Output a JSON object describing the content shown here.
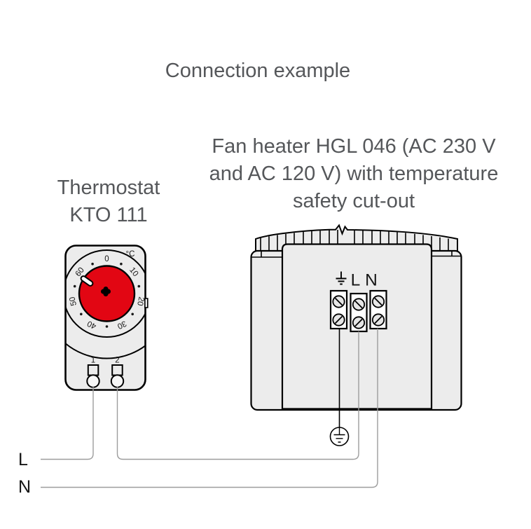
{
  "title": "Connection example",
  "thermostat": {
    "label_lines": [
      "Thermostat",
      "KTO 111"
    ],
    "unit_label": "°C",
    "dial_scale_labels": [
      "0",
      "10",
      "20",
      "30",
      "40",
      "50",
      "60"
    ],
    "terminal_labels": [
      "1",
      "2"
    ]
  },
  "heater": {
    "label_lines": [
      "Fan heater HGL 046 (AC 230 V",
      "and AC 120 V) with temperature",
      "safety cut-out"
    ],
    "line_terminal_label": "L",
    "neutral_terminal_label": "N"
  },
  "supply": {
    "line_label": "L",
    "neutral_label": "N"
  },
  "colors": {
    "dial_red": "#e20613",
    "device_fill": "#ececec",
    "label_text": "#55575a",
    "wire_gray": "#9d9d9d",
    "outline": "#000000"
  }
}
